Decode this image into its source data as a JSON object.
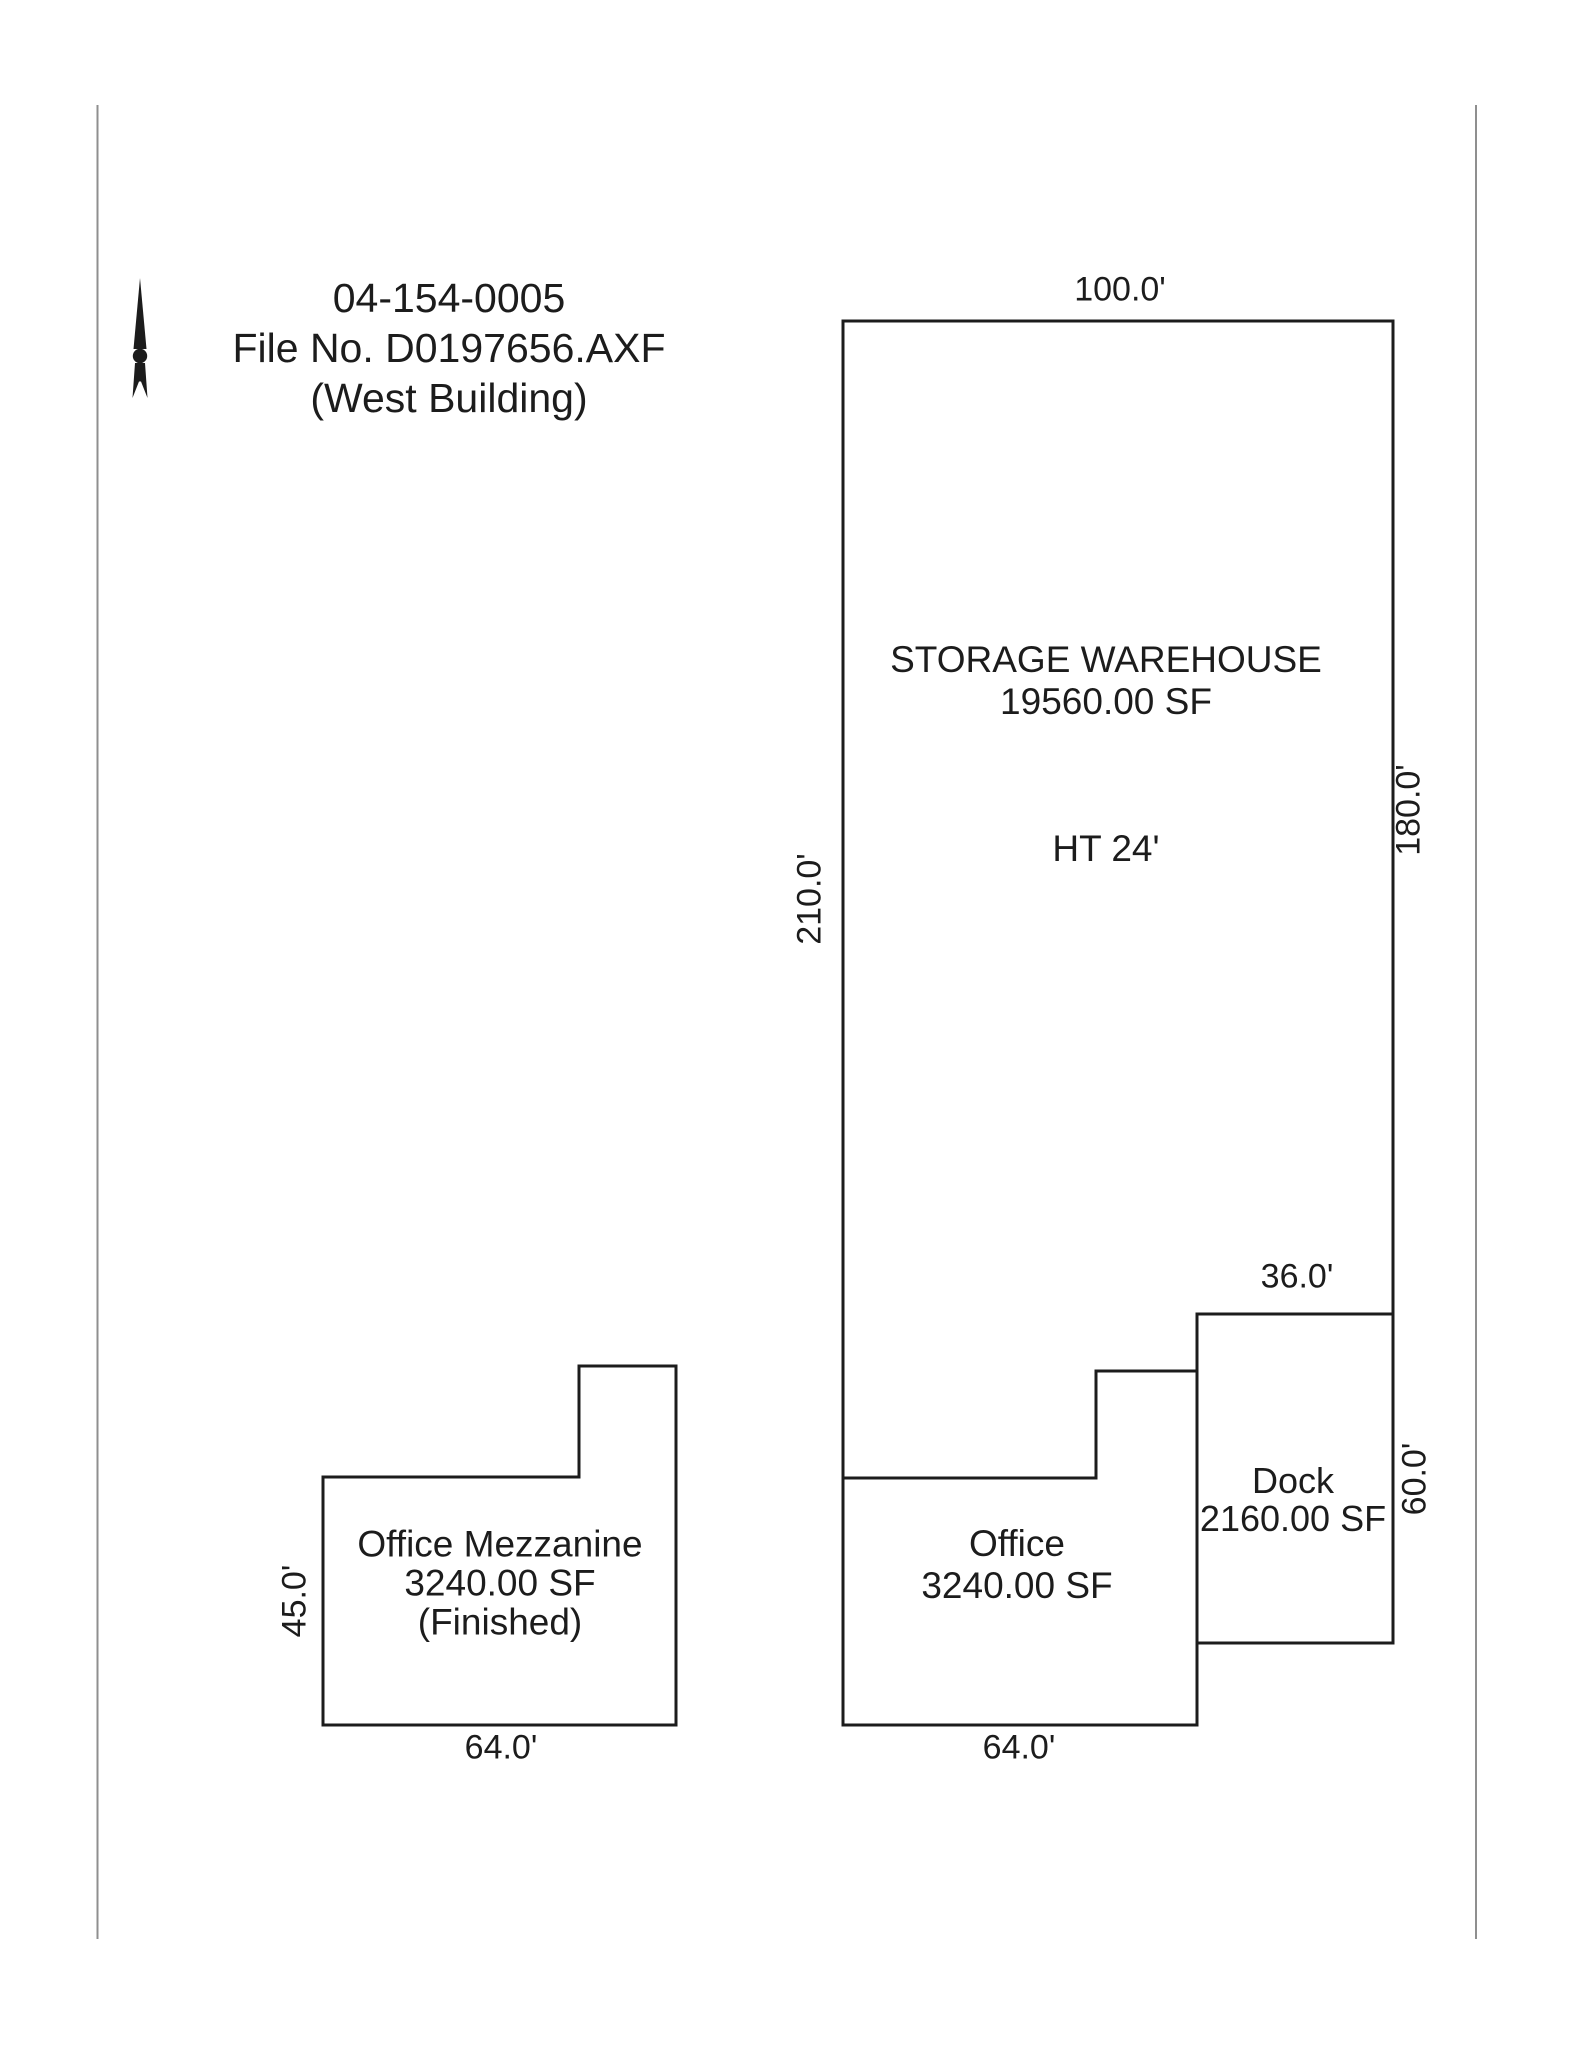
{
  "colors": {
    "ink": "#1c1c1c",
    "frame": "#8f8f8f",
    "paper": "#ffffff"
  },
  "title_block": {
    "parcel_number": "04-154-0005",
    "file_number": "File No. D0197656.AXF",
    "building_note": "(West Building)"
  },
  "warehouse": {
    "name": "STORAGE WAREHOUSE",
    "area": "19560.00 SF",
    "height_note": "HT 24'",
    "dim_top": "100.0'",
    "dim_left": "210.0'",
    "dim_right": "180.0'"
  },
  "dock": {
    "name": "Dock",
    "area": "2160.00 SF",
    "dim_top": "36.0'",
    "dim_right": "60.0'"
  },
  "office": {
    "name": "Office",
    "area": "3240.00 SF",
    "dim_bottom": "64.0'"
  },
  "mezzanine": {
    "name": "Office Mezzanine",
    "area": "3240.00 SF",
    "note": "(Finished)",
    "dim_left": "45.0'",
    "dim_bottom": "64.0'"
  }
}
